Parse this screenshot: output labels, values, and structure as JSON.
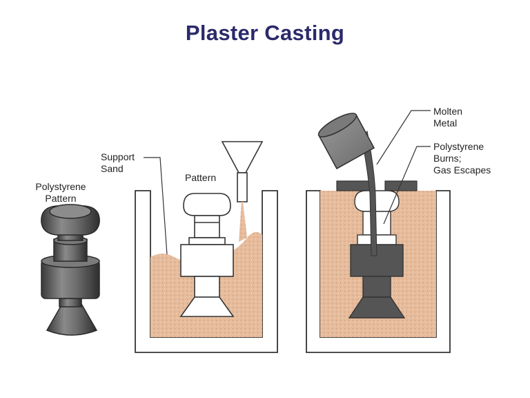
{
  "title": "Plaster Casting",
  "labels": {
    "polystyrene_pattern": "Polystyrene\nPattern",
    "support_sand": "Support\nSand",
    "pattern": "Pattern",
    "molten_metal": "Molten\nMetal",
    "polystyrene_burns": "Polystyrene\nBurns;\nGas Escapes"
  },
  "colors": {
    "title": "#2b2a6b",
    "sand": "#e8bfa0",
    "metal": "#555555",
    "outline": "#333333"
  }
}
